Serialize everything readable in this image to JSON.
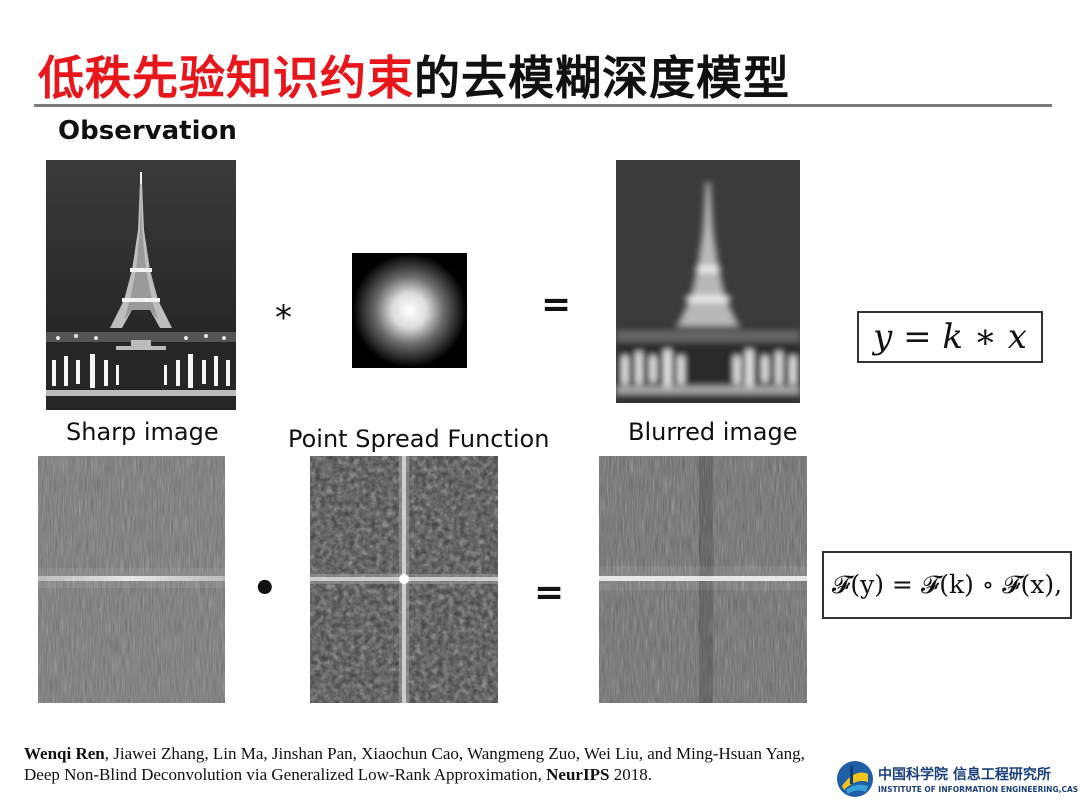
{
  "title": {
    "red": "低秩先验知识约束",
    "black": "的去模糊深度模型"
  },
  "observation_label": "Observation",
  "captions": {
    "sharp": "Sharp image",
    "psf": "Point Spread Function",
    "blurred": "Blurred image"
  },
  "operators": {
    "convolution": "*",
    "equals_top": "=",
    "product": "•",
    "equals_bottom": "="
  },
  "equations": {
    "spatial": "y = k ∗ x",
    "frequency": "𝓕(y) = 𝓕(k) ∘ 𝓕(x),"
  },
  "reference": {
    "authors_first": "Wenqi Ren",
    "authors_rest": ", Jiawei Zhang, Lin Ma, Jinshan Pan, Xiaochun Cao, Wangmeng Zuo, Wei Liu, and Ming-Hsuan Yang,",
    "paper_title": "Deep Non-Blind Deconvolution via Generalized Low-Rank Approximation, ",
    "venue": "NeurIPS",
    "year": " 2018."
  },
  "logo": {
    "org_cn": "中国科学院 信息工程研究所",
    "org_en": "INSTITUTE OF INFORMATION ENGINEERING,CAS"
  }
}
